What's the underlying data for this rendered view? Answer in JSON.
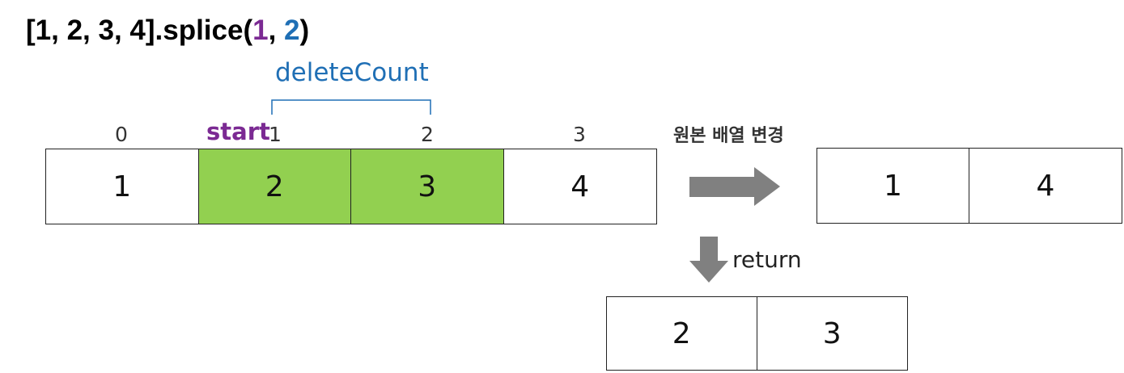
{
  "code": {
    "prefix": "[1, 2, 3, 4].splice(",
    "start_arg": "1",
    "sep": ", ",
    "count_arg": "2",
    "suffix": ")"
  },
  "labels": {
    "delete_count": "deleteCount",
    "start": "start",
    "original_changed": "원본 배열 변경",
    "return": "return"
  },
  "indices": [
    "0",
    "1",
    "2",
    "3"
  ],
  "original_array": [
    "1",
    "2",
    "3",
    "4"
  ],
  "highlighted_indices": [
    1,
    2
  ],
  "result_array": [
    "1",
    "4"
  ],
  "returned_array": [
    "2",
    "3"
  ],
  "colors": {
    "highlight": "#92d050",
    "start_purple": "#7b2a93",
    "count_blue": "#1f6fb5",
    "arrow_gray": "#808080"
  }
}
